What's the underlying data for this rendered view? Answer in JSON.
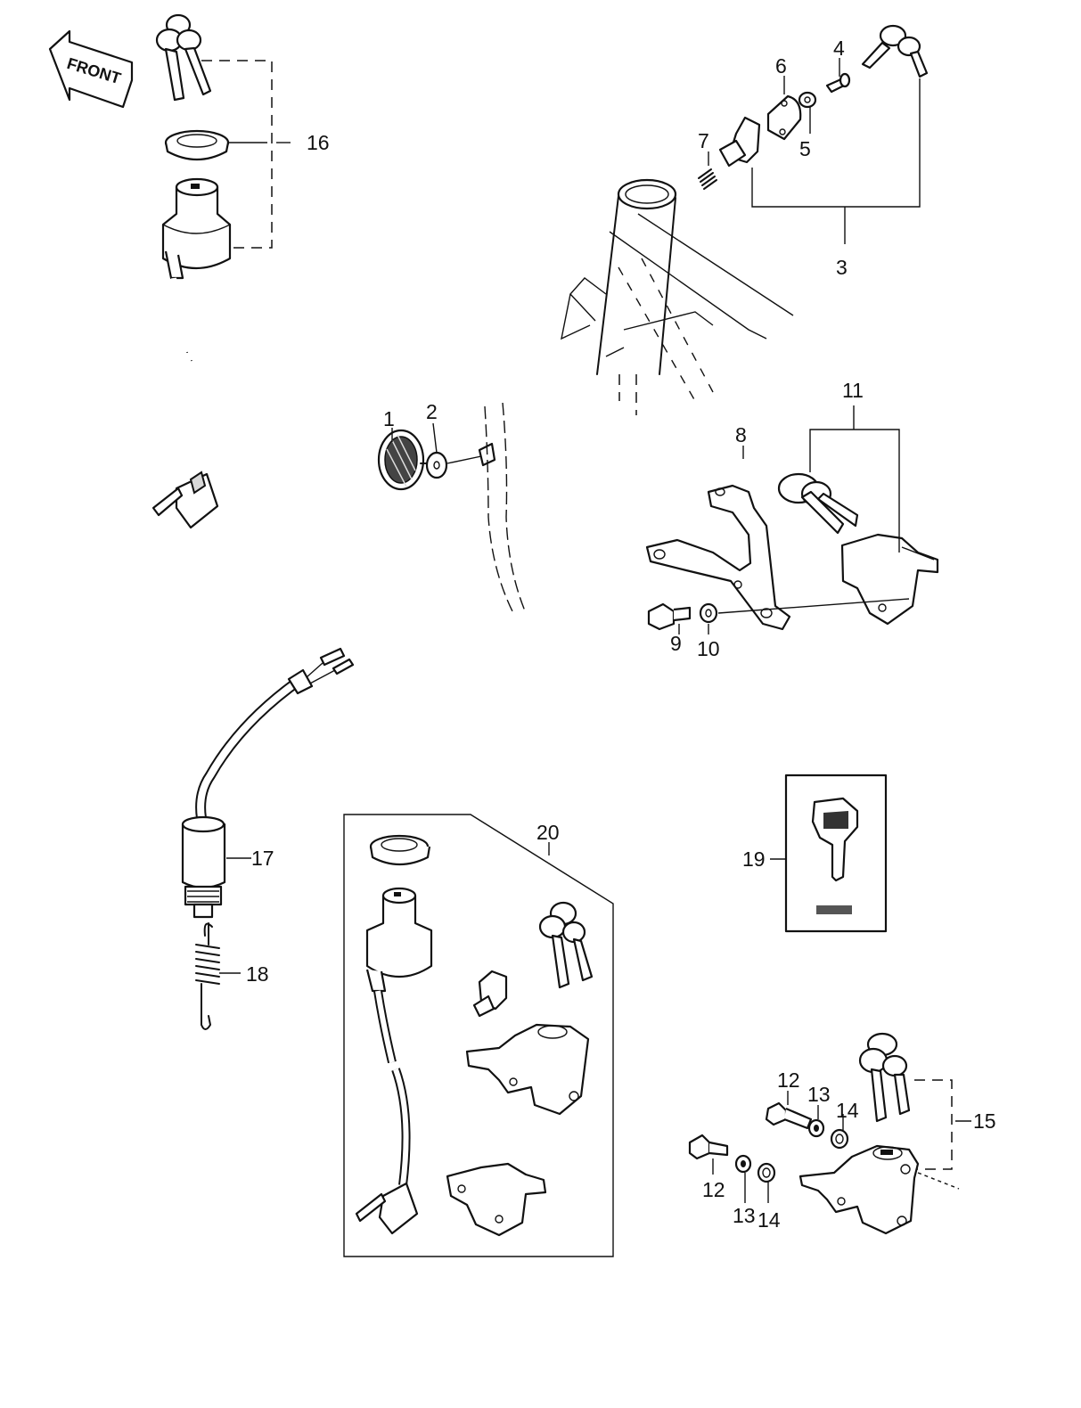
{
  "front_label": "FRONT",
  "callouts": {
    "c1": "1",
    "c2": "2",
    "c3": "3",
    "c4": "4",
    "c5": "5",
    "c6": "6",
    "c7": "7",
    "c8": "8",
    "c9": "9",
    "c10": "10",
    "c11": "11",
    "c12a": "12",
    "c12b": "12",
    "c13a": "13",
    "c13b": "13",
    "c14a": "14",
    "c14b": "14",
    "c15": "15",
    "c16": "16",
    "c17": "17",
    "c18": "18",
    "c19": "19",
    "c20": "20"
  }
}
